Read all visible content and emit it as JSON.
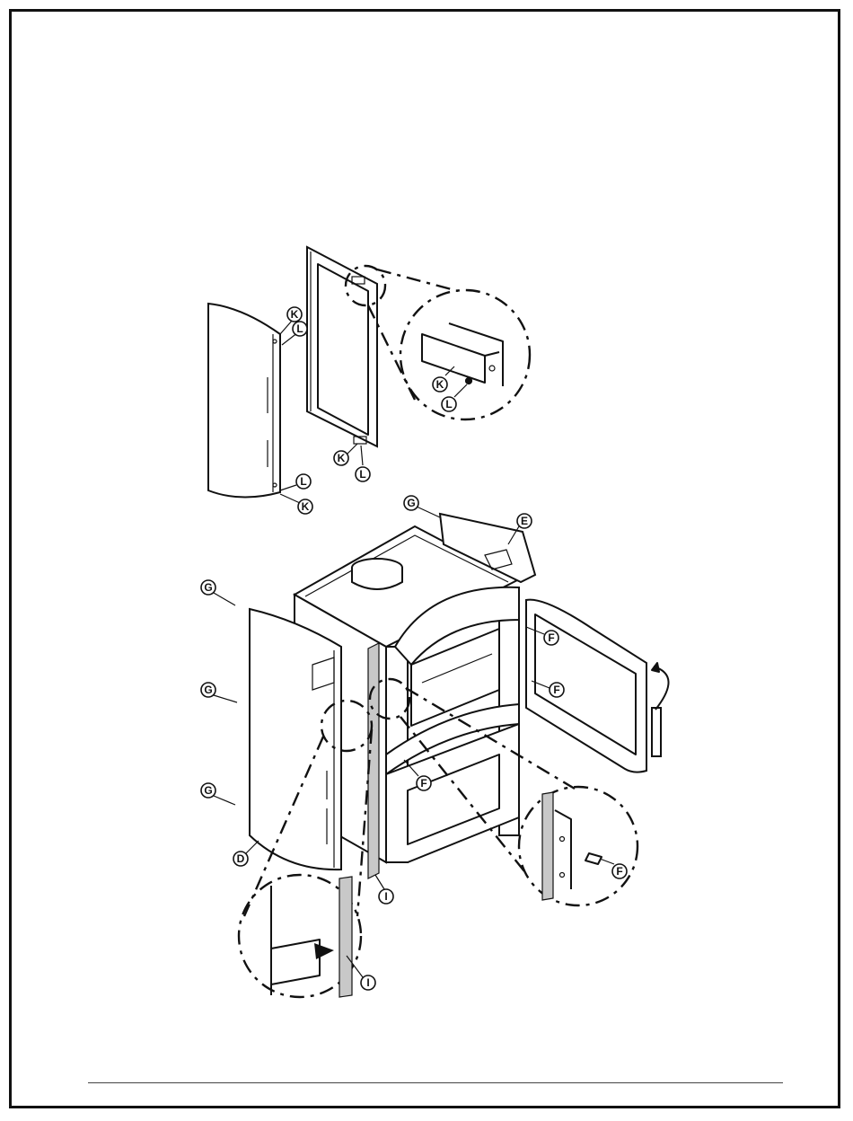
{
  "callouts": {
    "k": "K",
    "l": "L",
    "g": "G",
    "e": "E",
    "f": "F",
    "d": "D",
    "i": "I"
  },
  "colors": {
    "line": "#111111",
    "trim_grey": "#c8c8c8",
    "background": "#ffffff"
  }
}
